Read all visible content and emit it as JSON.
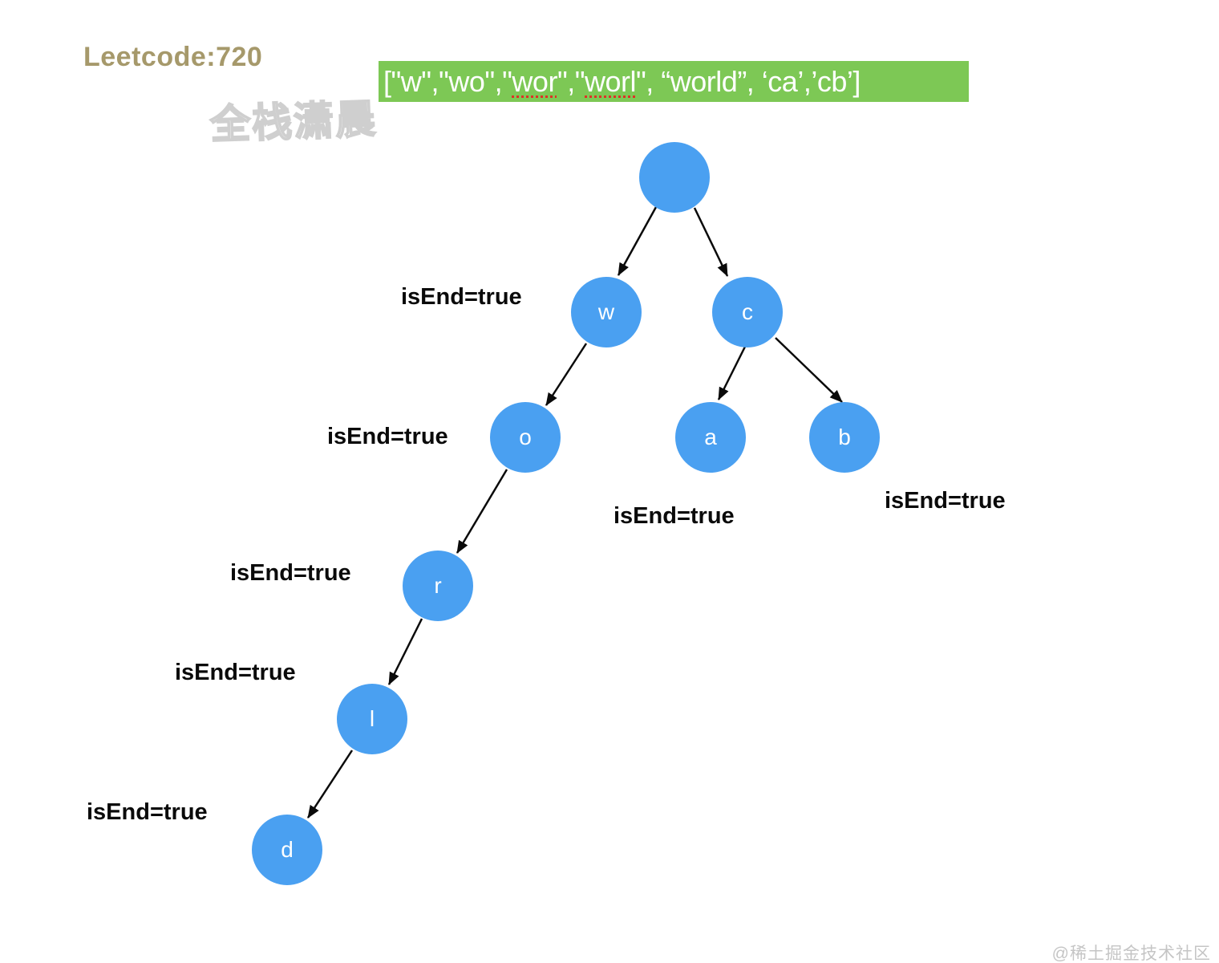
{
  "header": {
    "title": "Leetcode:720",
    "title_color": "#A6996B"
  },
  "banner": {
    "bg_color": "#7DC855",
    "text_color": "#FFFFFF",
    "misspell_underline_color": "#DD3226",
    "full_text": "[\"w\",\"wo\",\"wor\",\"worl\", “world”, ‘ca’,’cb’]",
    "segments": [
      {
        "text": "[\"w\",\"wo\",\"",
        "misspelled": false
      },
      {
        "text": "wor",
        "misspelled": true
      },
      {
        "text": "\",\"",
        "misspelled": false
      },
      {
        "text": "worl",
        "misspelled": true
      },
      {
        "text": "\", “world”, ‘ca’,’cb’]",
        "misspelled": false
      }
    ]
  },
  "watermarks": {
    "center": "全栈潇晨",
    "corner": "@稀土掘金技术社区"
  },
  "tree": {
    "node_color": "#4AA0F1",
    "node_text_color": "#FFFFFF",
    "edge_color": "#0A0A0A",
    "nodes": [
      {
        "id": "root",
        "label": ""
      },
      {
        "id": "w",
        "label": "w"
      },
      {
        "id": "c",
        "label": "c"
      },
      {
        "id": "o",
        "label": "o"
      },
      {
        "id": "a",
        "label": "a"
      },
      {
        "id": "b",
        "label": "b"
      },
      {
        "id": "r",
        "label": "r"
      },
      {
        "id": "l",
        "label": "l"
      },
      {
        "id": "d",
        "label": "d"
      }
    ],
    "edges": [
      {
        "from": "root",
        "to": "w"
      },
      {
        "from": "root",
        "to": "c"
      },
      {
        "from": "w",
        "to": "o"
      },
      {
        "from": "c",
        "to": "a"
      },
      {
        "from": "c",
        "to": "b"
      },
      {
        "from": "o",
        "to": "r"
      },
      {
        "from": "r",
        "to": "l"
      },
      {
        "from": "l",
        "to": "d"
      }
    ],
    "isend_labels": [
      {
        "near": "w",
        "text": "isEnd=true"
      },
      {
        "near": "o",
        "text": "isEnd=true"
      },
      {
        "near": "a",
        "text": "isEnd=true"
      },
      {
        "near": "b",
        "text": "isEnd=true"
      },
      {
        "near": "r",
        "text": "isEnd=true"
      },
      {
        "near": "l",
        "text": "isEnd=true"
      },
      {
        "near": "d",
        "text": "isEnd=true"
      }
    ]
  }
}
